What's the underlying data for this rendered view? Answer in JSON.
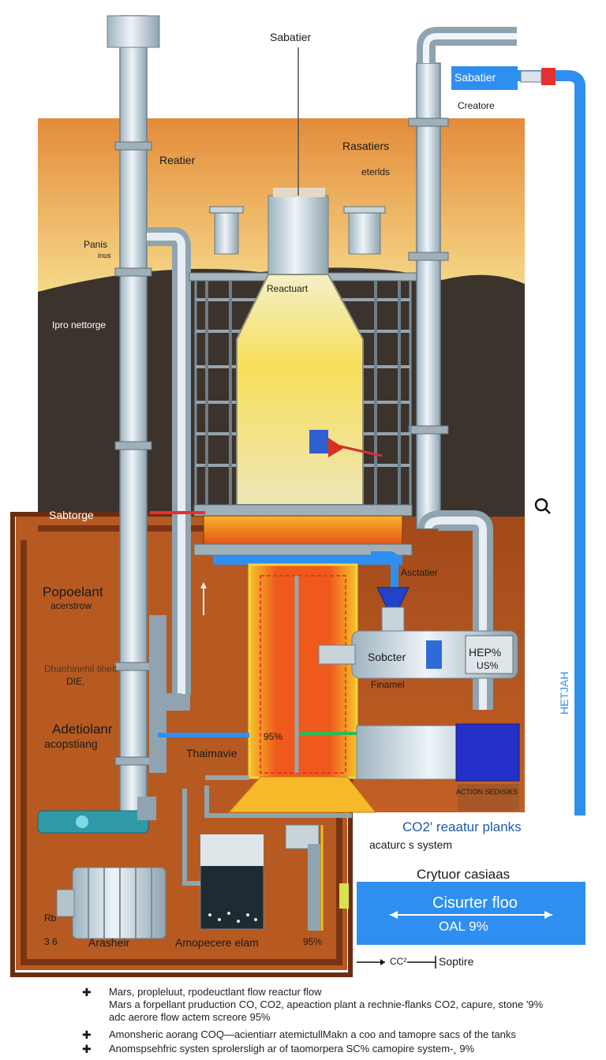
{
  "labels": {
    "top_title": "Sabatier",
    "reatier": "Reatier",
    "rasatiers": "Rasatiers",
    "eterlds": "eterlds",
    "panis": "Panis",
    "panis_sub": "inus",
    "pro_nettorge": "Ipro nettorge",
    "reactuart": "Reactuart",
    "sabtorge": "Sabtorge",
    "popoelant": "Popoelant",
    "acerstow": "acerstrow",
    "left_blur": "Dhanhinehil tihelt",
    "left_die": "DIE.",
    "adetiolanr": "Adetiolanr",
    "acopstiang": "acopstiang",
    "thaimavie": "Thaimavie",
    "pct_95": "95%",
    "asctatier": "Asctatier",
    "sobcter": "Sobcter",
    "hep": "HEP%",
    "hep_sub": "US%",
    "finamel": "Finamel",
    "rb": "Rb",
    "s6": "3 6",
    "arasheir": "Arasheir",
    "amopecere": "Amopecere elam",
    "pct_95b": "95%",
    "right_vert": "HETJAH",
    "small_blur": "ACTION SEDISIKS",
    "crossore": "Creatore",
    "sabatier_right": "Sabatier"
  },
  "right_panel": {
    "co2_title": "CO2' reaatur planks",
    "co2_sub": "acaturc s system",
    "cryo_title": "Crytuor casiaas",
    "circuit": "Cisurter floo",
    "oal": "OAL 9%"
  },
  "legend": {
    "arrow_label": "CC²",
    "arrow_end": "Soptire"
  },
  "captions": {
    "line1": "Mars, propleluut, rpodeuctlant flow reactur flow",
    "line2": "Mars a forpellant pruduction CO, CO2, apeaction plant a rechnie-flanks CO2, capure, stone '9%",
    "line3": "adc aerore flow actem screore 95%",
    "line4": "Amonsheric aorang COQ—acientiarr atemictullMakn a coo and tamopre sacs of the tanks",
    "line5": "Anomspsehfric systen sprolersligh ar of taomorpera SC% camopire system-¸ 9%"
  },
  "colors": {
    "sky_orange": "#e9a04a",
    "sky_yellow": "#f3d37a",
    "ground_dark": "#3a342f",
    "underground": "#b5561f",
    "pipe": "#c7d6df",
    "blue": "#2f8ff0",
    "flame": "#f08a1d"
  }
}
